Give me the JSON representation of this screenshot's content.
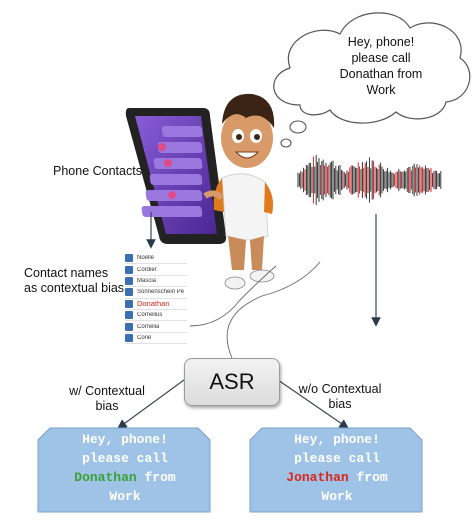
{
  "speech_bubble": {
    "lines": [
      "Hey, phone!",
      "please call",
      "Donathan from",
      "Work"
    ]
  },
  "labels": {
    "phone_contacts": "Phone Contacts",
    "contact_bias": [
      "Contact names",
      "as contextual bias"
    ],
    "asr": "ASR",
    "with_bias": [
      "w/ Contextual",
      "bias"
    ],
    "without_bias": [
      "w/o Contextual",
      "bias"
    ]
  },
  "contact_names": [
    "Noelle",
    "Cordier",
    "Mascia",
    "Sonnenschein Pe",
    "Donathan",
    "Cornelius",
    "Cornelia",
    "Corie"
  ],
  "highlighted_contact": "Donathan",
  "output_with_bias": {
    "line1": "Hey, phone!",
    "line2": "please call",
    "name": "Donathan",
    "after_name": " from",
    "line4": "Work",
    "name_color": "#3aa335"
  },
  "output_without_bias": {
    "line1": "Hey, phone!",
    "line2": "please call",
    "name": "Jonathan",
    "after_name": " from",
    "line4": "Work",
    "name_color": "#d8261c"
  },
  "colors": {
    "output_box": "#9fc3e6",
    "output_border": "#7aa2cc",
    "phone_screen": "#6b3fb8",
    "waveform": "#222222",
    "waveform_accent": "#c01818"
  }
}
